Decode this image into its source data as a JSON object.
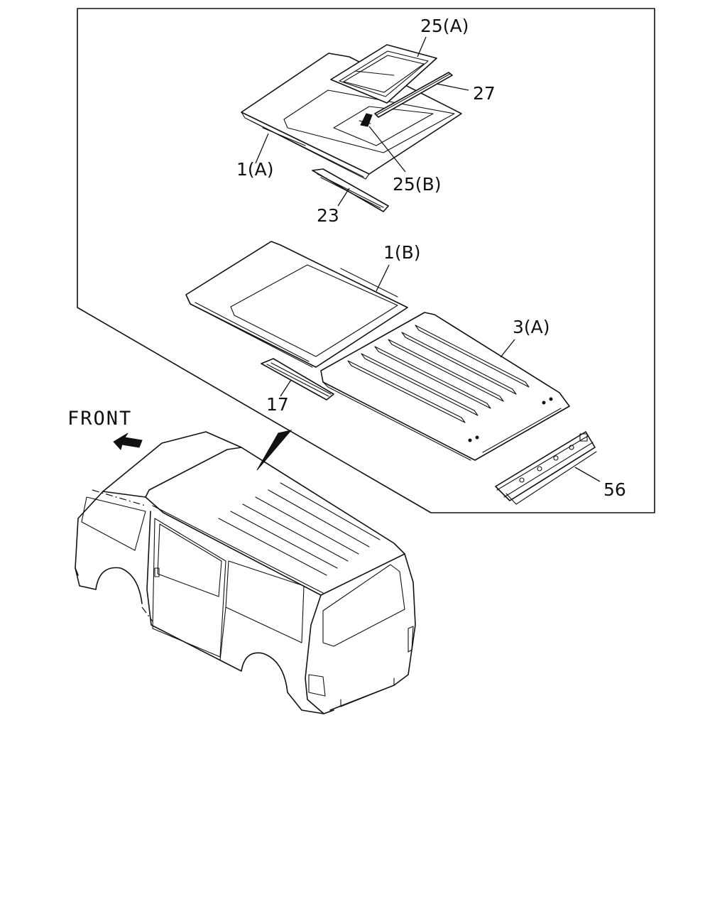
{
  "front_indicator": {
    "text": "FRONT"
  },
  "callouts": {
    "p25a": "25(A)",
    "p27": "27",
    "p1a": "1(A)",
    "p25b": "25(B)",
    "p23": "23",
    "p1b": "1(B)",
    "p3a": "3(A)",
    "p17": "17",
    "p56": "56"
  },
  "icons": {
    "front_arrow": "left-arrow-icon"
  }
}
